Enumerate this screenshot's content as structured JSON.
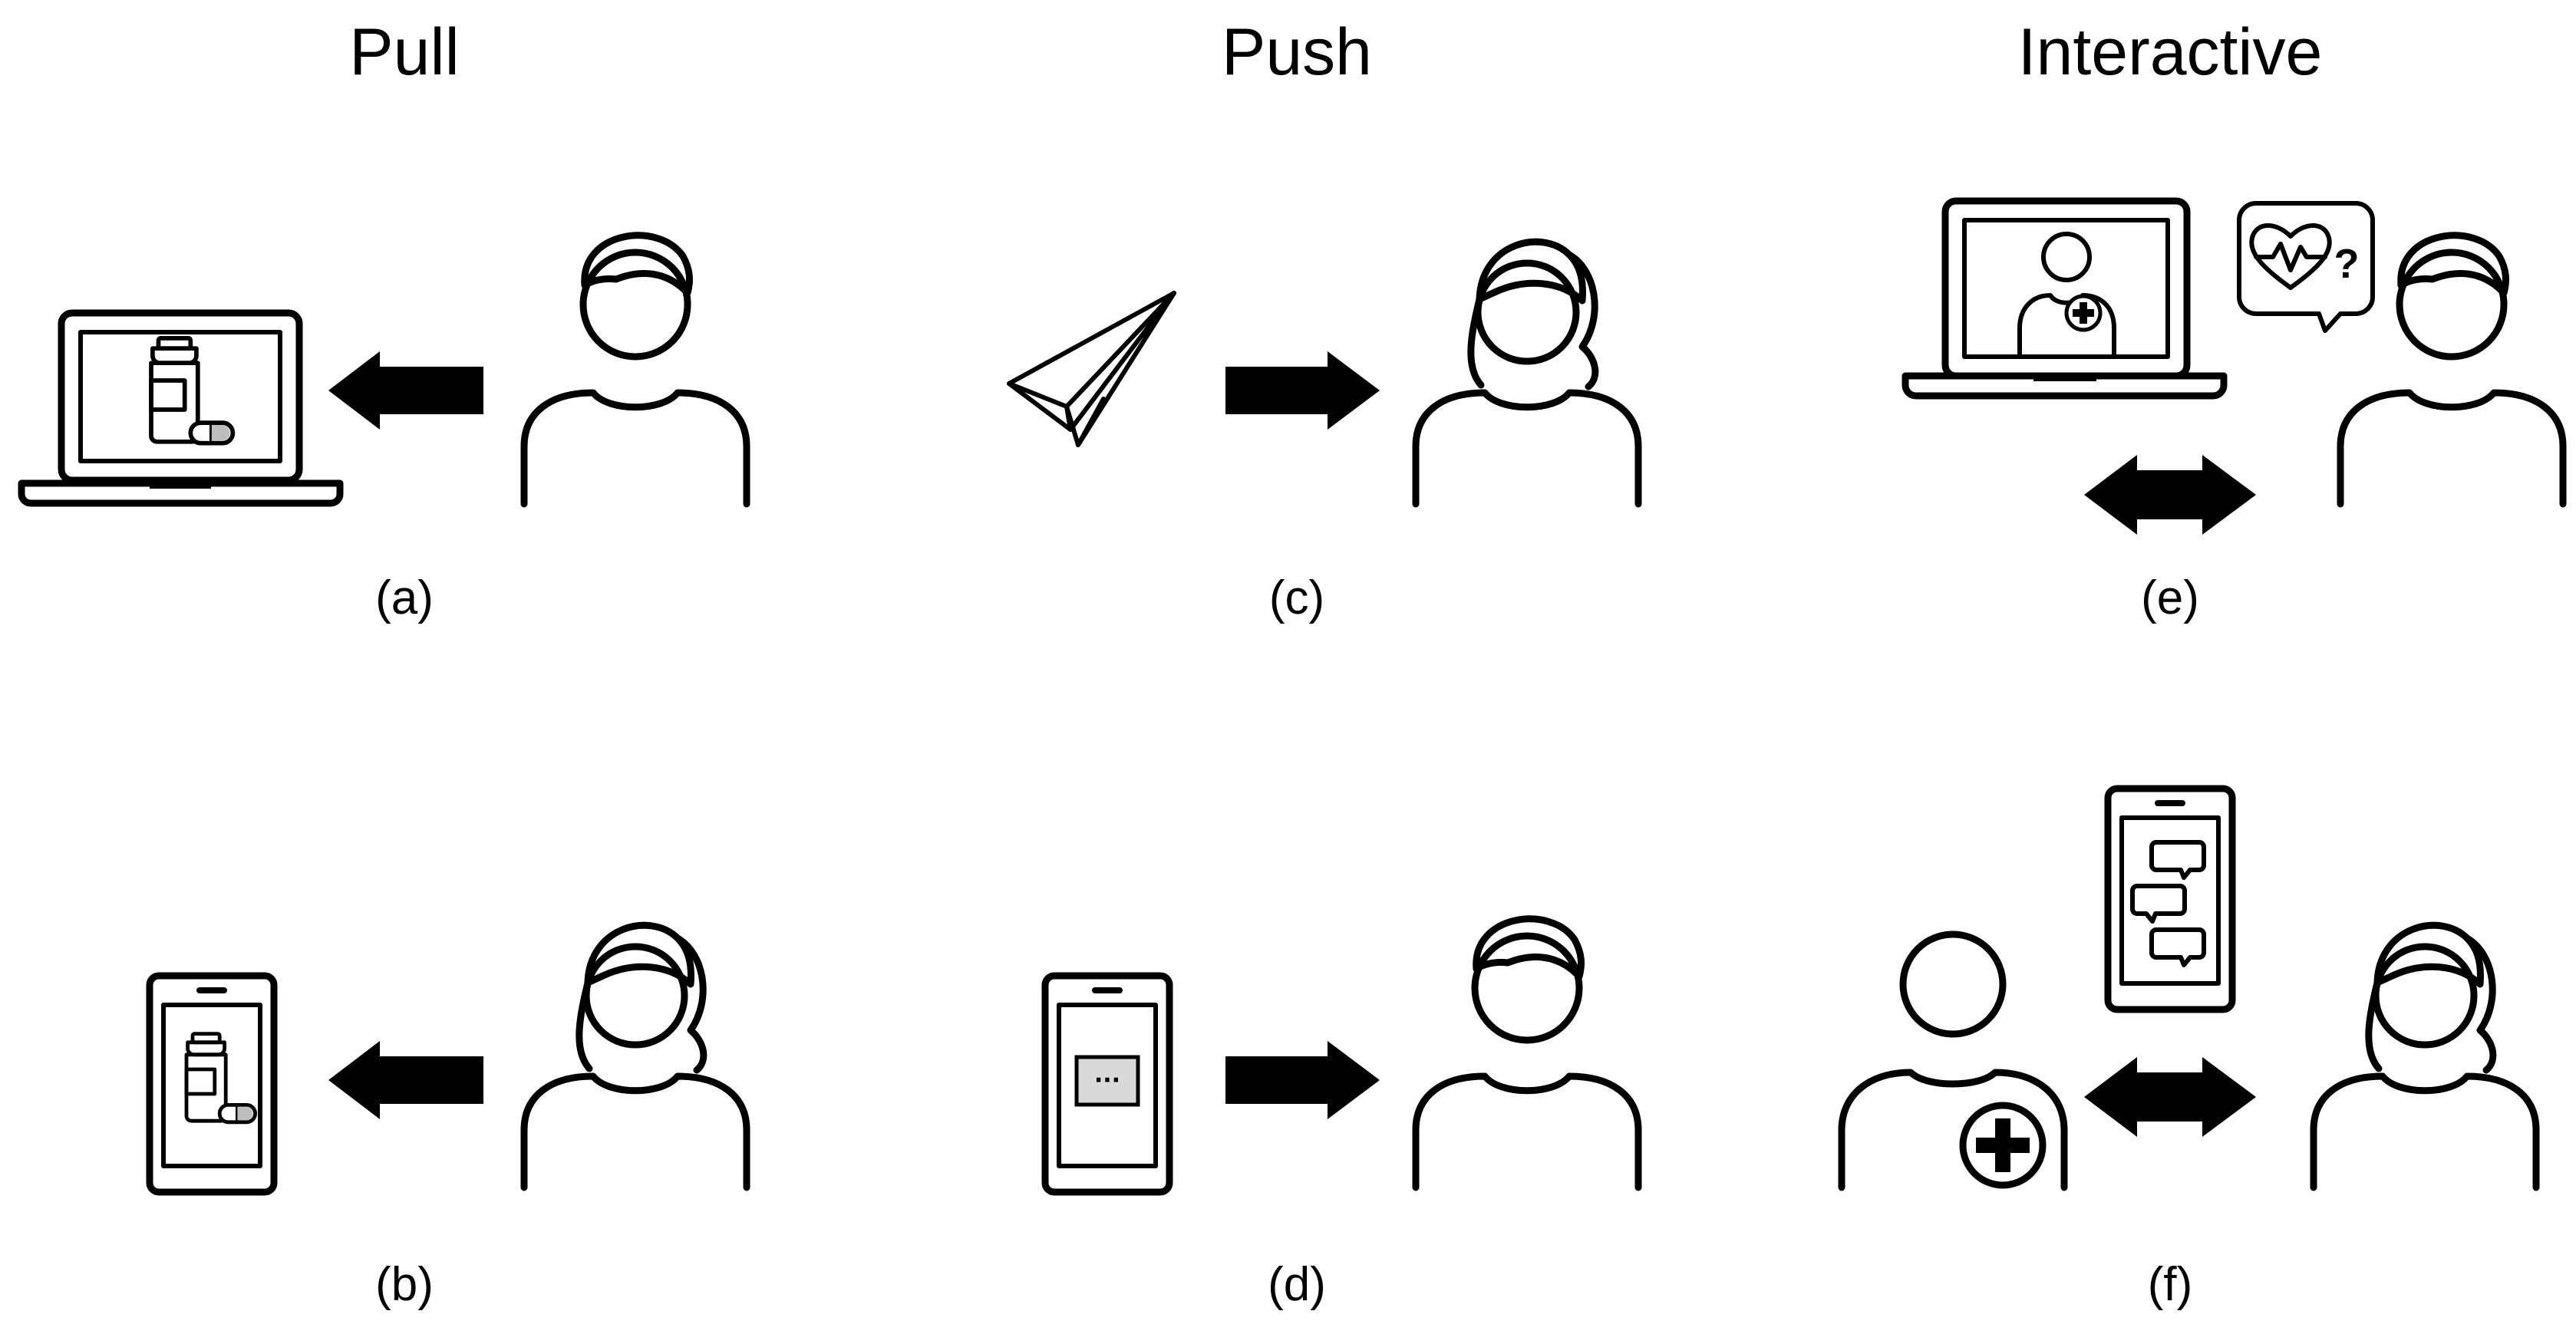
{
  "columns": {
    "pull": "Pull",
    "push": "Push",
    "interactive": "Interactive"
  },
  "panels": {
    "a": "(a)",
    "b": "(b)",
    "c": "(c)",
    "d": "(d)",
    "e": "(e)",
    "f": "(f)"
  },
  "speech_bubble_text": "?",
  "phone_message_text": "···",
  "colors": {
    "line": "#000000",
    "screen_fill": "#d9d9d9",
    "background": "#ffffff"
  },
  "icons": [
    "laptop-medicine-icon",
    "phone-medicine-icon",
    "paper-plane-icon",
    "phone-notification-icon",
    "laptop-doctor-icon",
    "heart-question-bubble-icon",
    "phone-chat-icon",
    "doctor-icon",
    "person-icon",
    "arrow-left-icon",
    "arrow-right-icon",
    "double-arrow-icon"
  ]
}
